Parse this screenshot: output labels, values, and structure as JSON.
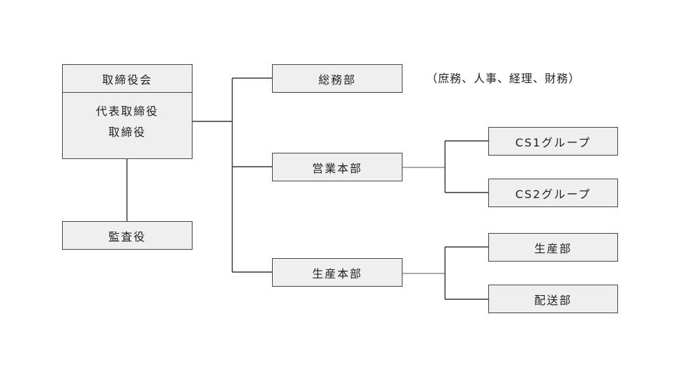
{
  "board": {
    "title": "取締役会",
    "members": [
      "代表取締役",
      "取締役"
    ]
  },
  "auditor": "監査役",
  "departments": {
    "general_affairs": "総務部",
    "sales_hq": "営業本部",
    "production_hq": "生産本部"
  },
  "general_affairs_note": "（庶務、人事、経理、財務）",
  "sales_groups": [
    "CS1グループ",
    "CS2グループ"
  ],
  "production_units": [
    "生産部",
    "配送部"
  ]
}
